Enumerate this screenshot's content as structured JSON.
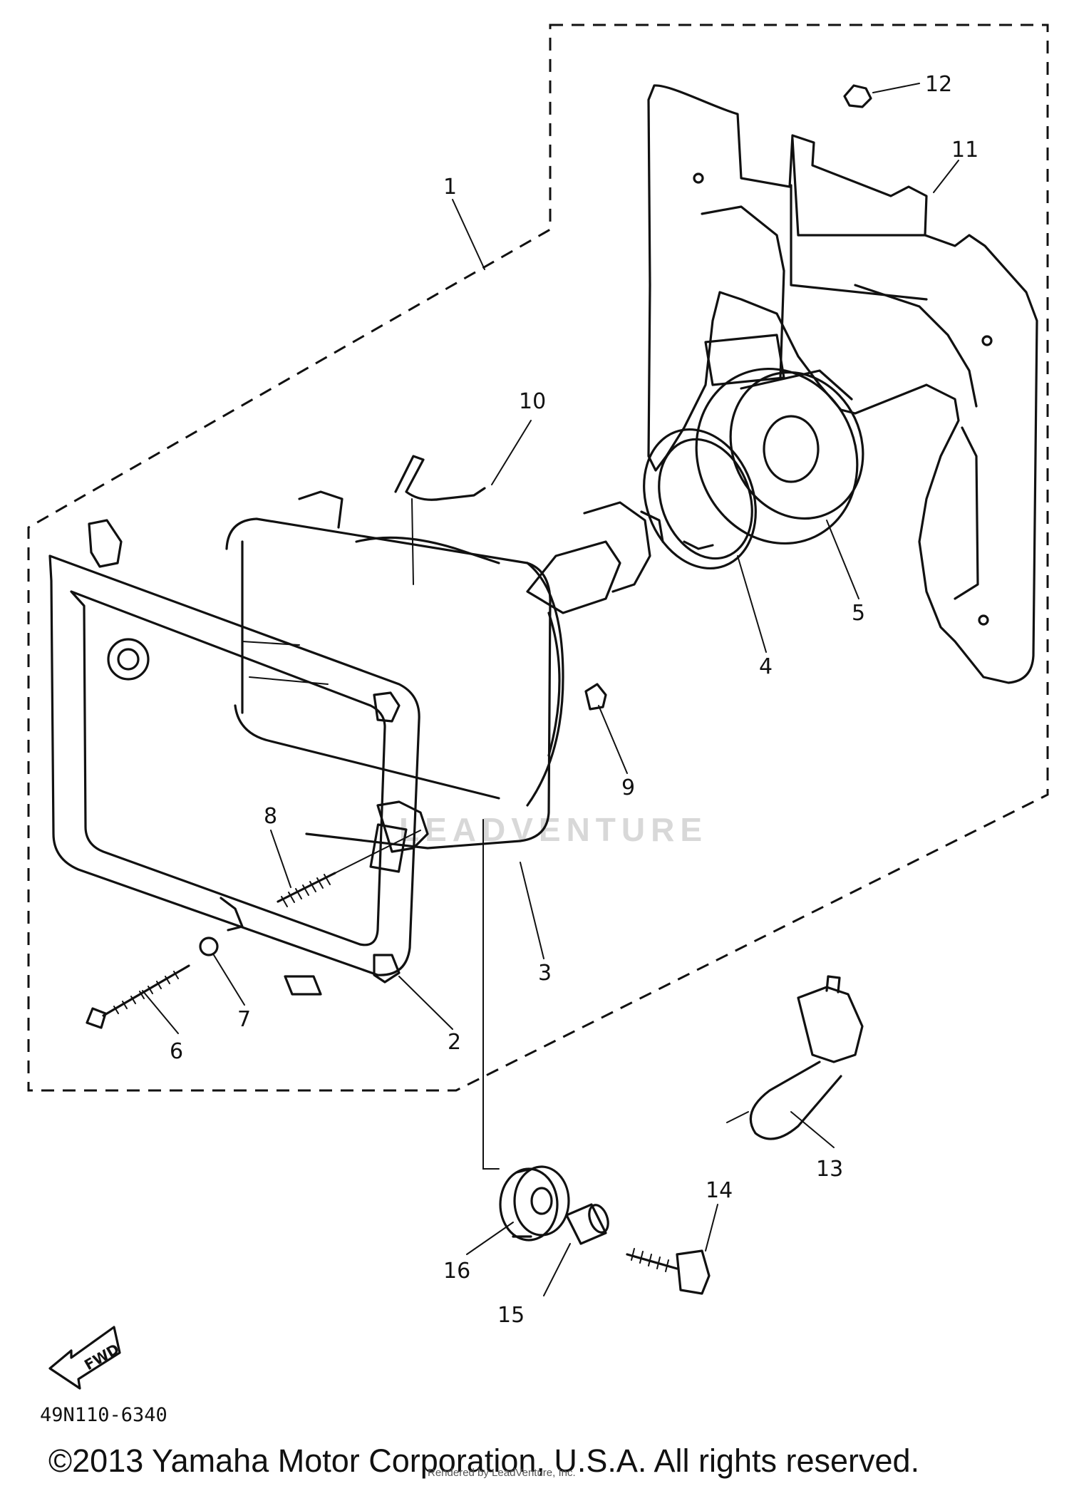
{
  "diagram": {
    "watermark": "LEADVENTURE",
    "callouts": [
      "1",
      "2",
      "3",
      "4",
      "5",
      "6",
      "7",
      "8",
      "9",
      "10",
      "11",
      "12",
      "13",
      "14",
      "15",
      "16"
    ],
    "fwd_label": "FWD",
    "drawing_code": "49N110-6340"
  },
  "footer": {
    "copyright": "©2013 Yamaha Motor Corporation, U.S.A. All rights reserved.",
    "rendered_by": "Rendered by LeadVenture, Inc."
  }
}
